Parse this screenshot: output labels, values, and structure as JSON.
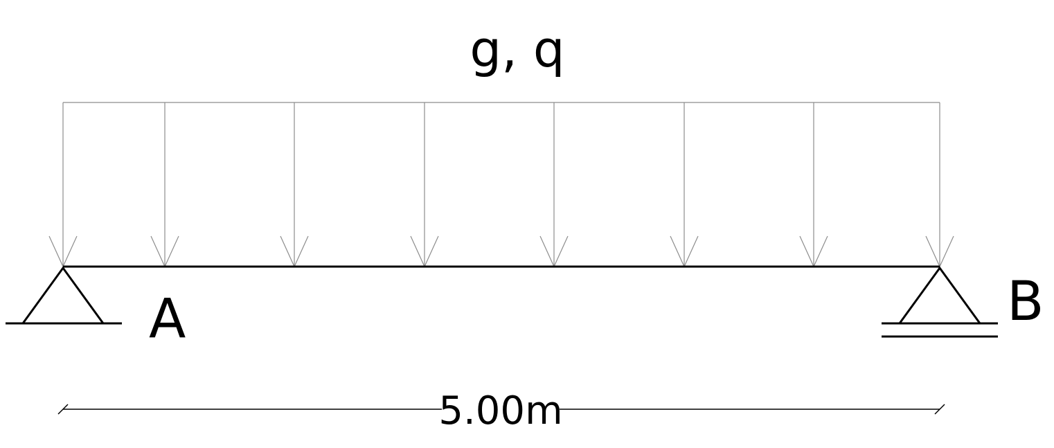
{
  "diagram": {
    "load_label": "g, q",
    "support_a_label": "A",
    "support_b_label": "B",
    "span_label": "5.00m"
  },
  "elements": {
    "beam": "simply-supported-beam",
    "load": "uniformly-distributed-load",
    "support_a": "pinned-support",
    "support_b": "roller-support",
    "dimension": "span-dimension-line"
  },
  "colors": {
    "beam": "#000000",
    "load_arrows": "#8c8c8c",
    "text": "#000000",
    "background": "#ffffff"
  }
}
